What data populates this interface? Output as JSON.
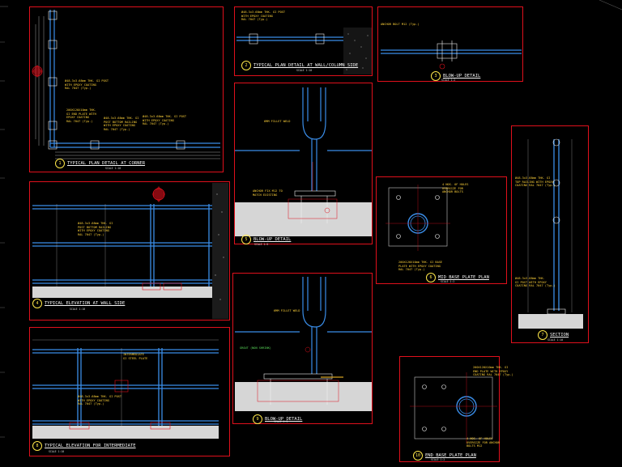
{
  "colors": {
    "frame": "#e0101c",
    "steel": "#3a8de8",
    "dim": "#c7c7c7",
    "note": "#ffd23a",
    "concrete": "#d6d6d6",
    "anchor": "#f0f0f0",
    "background": "#000000"
  },
  "panels": [
    {
      "id": "plan-corner",
      "title": "TYPICAL PLAN DETAIL AT CORNER",
      "scale": "SCALE 1:10",
      "number": "1"
    },
    {
      "id": "plan-wall",
      "title": "TYPICAL PLAN DETAIL AT WALL/COLUMN SIDE",
      "scale": "SCALE 1:10",
      "number": "2"
    },
    {
      "id": "blowup-top",
      "title": "BLOW-UP DETAIL",
      "scale": "SCALE 1:2",
      "number": "3"
    },
    {
      "id": "elev-wall",
      "title": "TYPICAL ELEVATION AT WALL SIDE",
      "scale": "SCALE 1:10",
      "number": "4"
    },
    {
      "id": "blowup-1",
      "title": "BLOW-UP DETAIL",
      "scale": "SCALE 1:5",
      "number": "5"
    },
    {
      "id": "mid-base",
      "title": "MID BASE PLATE PLAN",
      "scale": "SCALE 1:2",
      "number": "6"
    },
    {
      "id": "section",
      "title": "SECTION",
      "scale": "SCALE 1:10",
      "number": "7"
    },
    {
      "id": "elev-inter",
      "title": "TYPICAL ELEVATION FOR INTERMEDIATE",
      "scale": "SCALE 1:10",
      "number": "8"
    },
    {
      "id": "blowup-2",
      "title": "BLOW-UP DETAIL",
      "scale": "SCALE 1:5",
      "number": "9"
    },
    {
      "id": "end-base",
      "title": "END BASE PLATE PLAN",
      "scale": "SCALE 1:2",
      "number": "10"
    }
  ],
  "notes": {
    "n1": "Ø48.3x3.68mm THK. GI POST\nWITH EPOXY COATING\nRAL 7047 (Typ.)",
    "n2": "200X120X10mm THK.\nGI END PLATE WITH\nEPOXY COATING\nRAL 7047 (Typ.)",
    "n3": "Ø48.3x3.68mm THK. GI\nPOST BOTTOM RAILING\nWITH EPOXY COATING\nRAL 7047 (Typ.)",
    "n4": "Ø48.3x3.68mm THK. GI POST\nWITH EPOXY COATING\nRAL 7047 (Typ.)",
    "n5": "Ø48.3x3.68mm THK. GI POST\nWITH EPOXY COATING\nRAL 7047 (Typ.)",
    "n6": "ANCHOR BOLT M12 (Typ.)",
    "n7": "6MM FILLET WELD",
    "n8": "ANCHOR FIX M12 TO\nMATCH EXISTING",
    "n9": "4 NOS. OF HOLES\nOVERSIZE FOR\nANCHOR BOLTS",
    "n10": "200X120X10mm THK. GI BASE\nPLATE WITH EPOXY COATING\nRAL 7047 (Typ.)",
    "n11": "6MM FILLET WELD",
    "n12": "INTERMEDIATE\nGI STEEL PLATE",
    "n13": "Ø48.3x3.68mm THK. GI\nPOST BOTTOM RAILING\nWITH EPOXY COATING\nRAL 7047 (Typ.)",
    "n14": "Ø48.3x3.68mm THK. GI POST\nWITH EPOXY COATING\nRAL 7047 (Typ.)",
    "n15": "Ø48.3x3.68mm THK. GI\nTOP RAILING WITH EPOXY\nCOATING RAL 7047 (Typ.)",
    "n16": "Ø48.3x3.68mm THK.\nGI POST WITH EPOXY\nCOATING RAL 7047 (Typ.)",
    "n17": "GROUT (NON SHRINK)",
    "n18": "4 NOS. OF HOLES\nOVERSIZE FOR ANCHOR\nBOLTS M12",
    "n19": "200X120X10mm THK. GI\nEND PLATE WITH EPOXY\nCOATING RAL 7047 (Typ.)"
  }
}
